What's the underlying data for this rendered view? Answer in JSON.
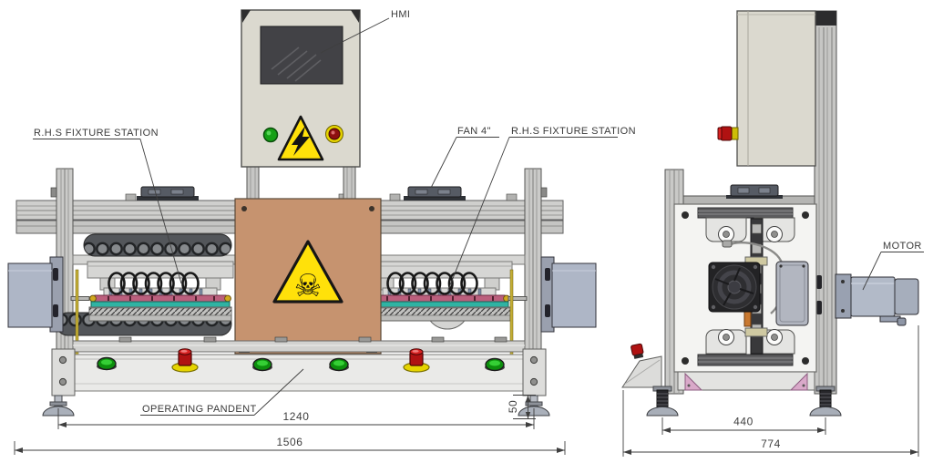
{
  "labels": {
    "hmi": "HMI",
    "fixture_station_left": "R.H.S FIXTURE STATION",
    "fan": "FAN 4\"",
    "fixture_station_right": "R.H.S FIXTURE STATION",
    "motor": "MOTOR",
    "operating_pendant": "OPERATING PANDENT"
  },
  "dimensions": {
    "front_feet_span": "1240",
    "front_overall_width": "1506",
    "foot_height": "50",
    "side_feet_span": "440",
    "side_overall_width": "774"
  },
  "icons": {
    "toxic_glyph": "☠",
    "high_voltage": "lightning-bolt-triangle",
    "toxic_hazard": "skull-crossbones-triangle"
  },
  "colors": {
    "enclosure_beige": "#dbd9cf",
    "screen_dark": "#424246",
    "frame_gray": "#cbcbc9",
    "guard_panel_brown": "#c6936f",
    "warning_yellow": "#ffe10a",
    "estop_red": "#b01212",
    "button_green": "#0d8f0d",
    "rail_teal": "#2fb3a3",
    "fixture_pink": "#bb5f7d",
    "motor_blue_gray": "#aeb6c6",
    "gusset_pink": "#d9a9c9"
  }
}
